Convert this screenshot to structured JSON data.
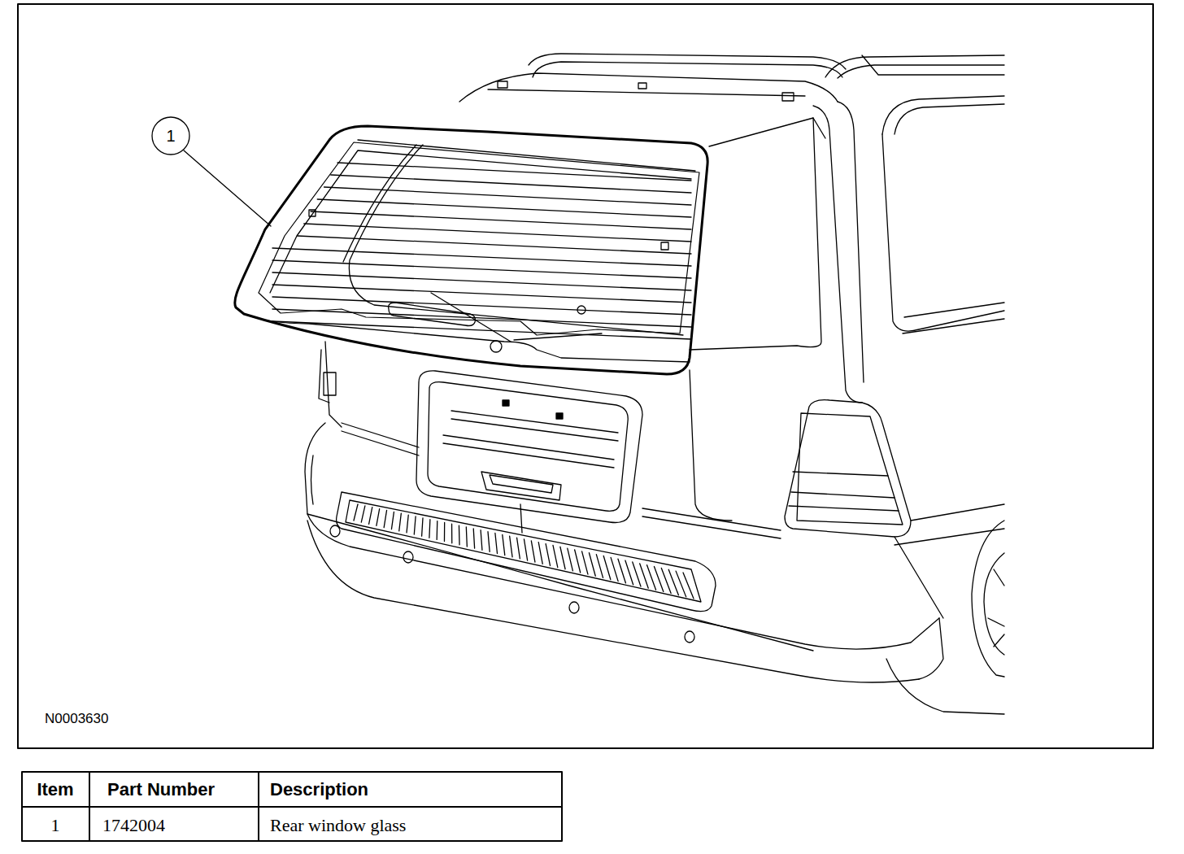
{
  "diagram": {
    "nodes": [
      {
        "text": [
          "1"
        ]
      }
    ],
    "labels": [
      "N0003630",
      "Item",
      "Part Number",
      "Description",
      "1",
      "1742004",
      "Rear window glass"
    ]
  }
}
